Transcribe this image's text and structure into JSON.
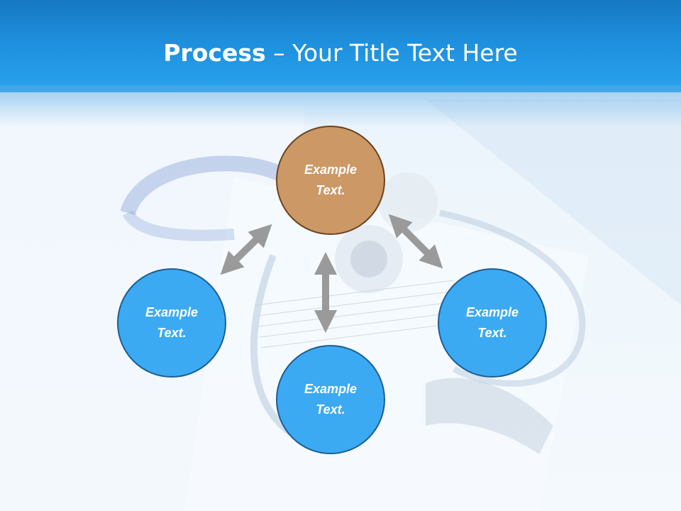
{
  "slide": {
    "title_bold": "Process",
    "title_rest": " – Your Title Text Here"
  },
  "colors": {
    "header": "#1e8fdc",
    "node_blue": "#3baaf3",
    "node_orange": "#cc9866",
    "arrow": "#9a9a9a"
  },
  "diagram": {
    "nodes": [
      {
        "line1": "Example",
        "line2": "Text."
      },
      {
        "line1": "Example",
        "line2": "Text."
      },
      {
        "line1": "Example",
        "line2": "Text."
      },
      {
        "line1": "Example",
        "line2": "Text."
      }
    ]
  }
}
